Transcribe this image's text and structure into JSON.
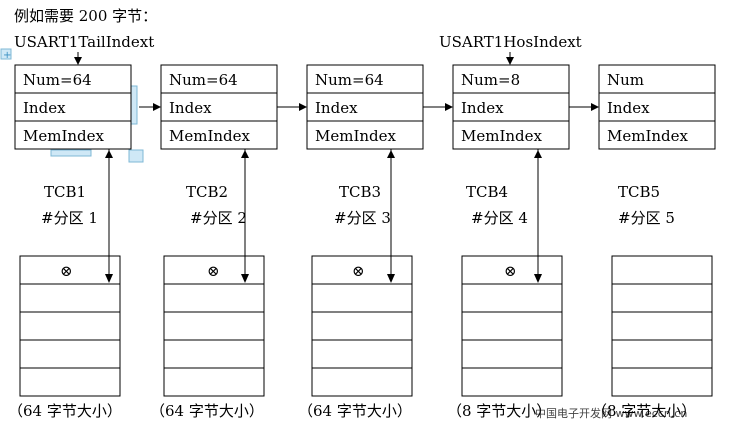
{
  "title": "例如需要 200 字节：",
  "pointers": {
    "tail": "USART1TailIndext",
    "head": "USART1HosIndext"
  },
  "tcbs": [
    {
      "num": "Num=64",
      "index": "Index",
      "mem": "MemIndex",
      "name": "TCB1",
      "partition": "#分区 1",
      "caption": "（64 字节大小）"
    },
    {
      "num": "Num=64",
      "index": "Index",
      "mem": "MemIndex",
      "name": "TCB2",
      "partition": "#分区 2",
      "caption": "（64 字节大小）"
    },
    {
      "num": "Num=64",
      "index": "Index",
      "mem": "MemIndex",
      "name": "TCB3",
      "partition": "#分区 3",
      "caption": "（64 字节大小）"
    },
    {
      "num": "Num=8",
      "index": "Index",
      "mem": "MemIndex",
      "name": "TCB4",
      "partition": "#分区 4",
      "caption": "（8 字节大小）"
    },
    {
      "num": "Num",
      "index": "Index",
      "mem": "MemIndex",
      "name": "TCB5",
      "partition": "#分区 5",
      "caption": "（8 字节大小）"
    }
  ],
  "marker_symbol": "⊗",
  "watermark": "中国电子开发网 www.eccn.cn",
  "colors": {
    "line": "#000000",
    "handle_fill": "#cfe8f6",
    "handle_stroke": "#7fb8d6"
  }
}
